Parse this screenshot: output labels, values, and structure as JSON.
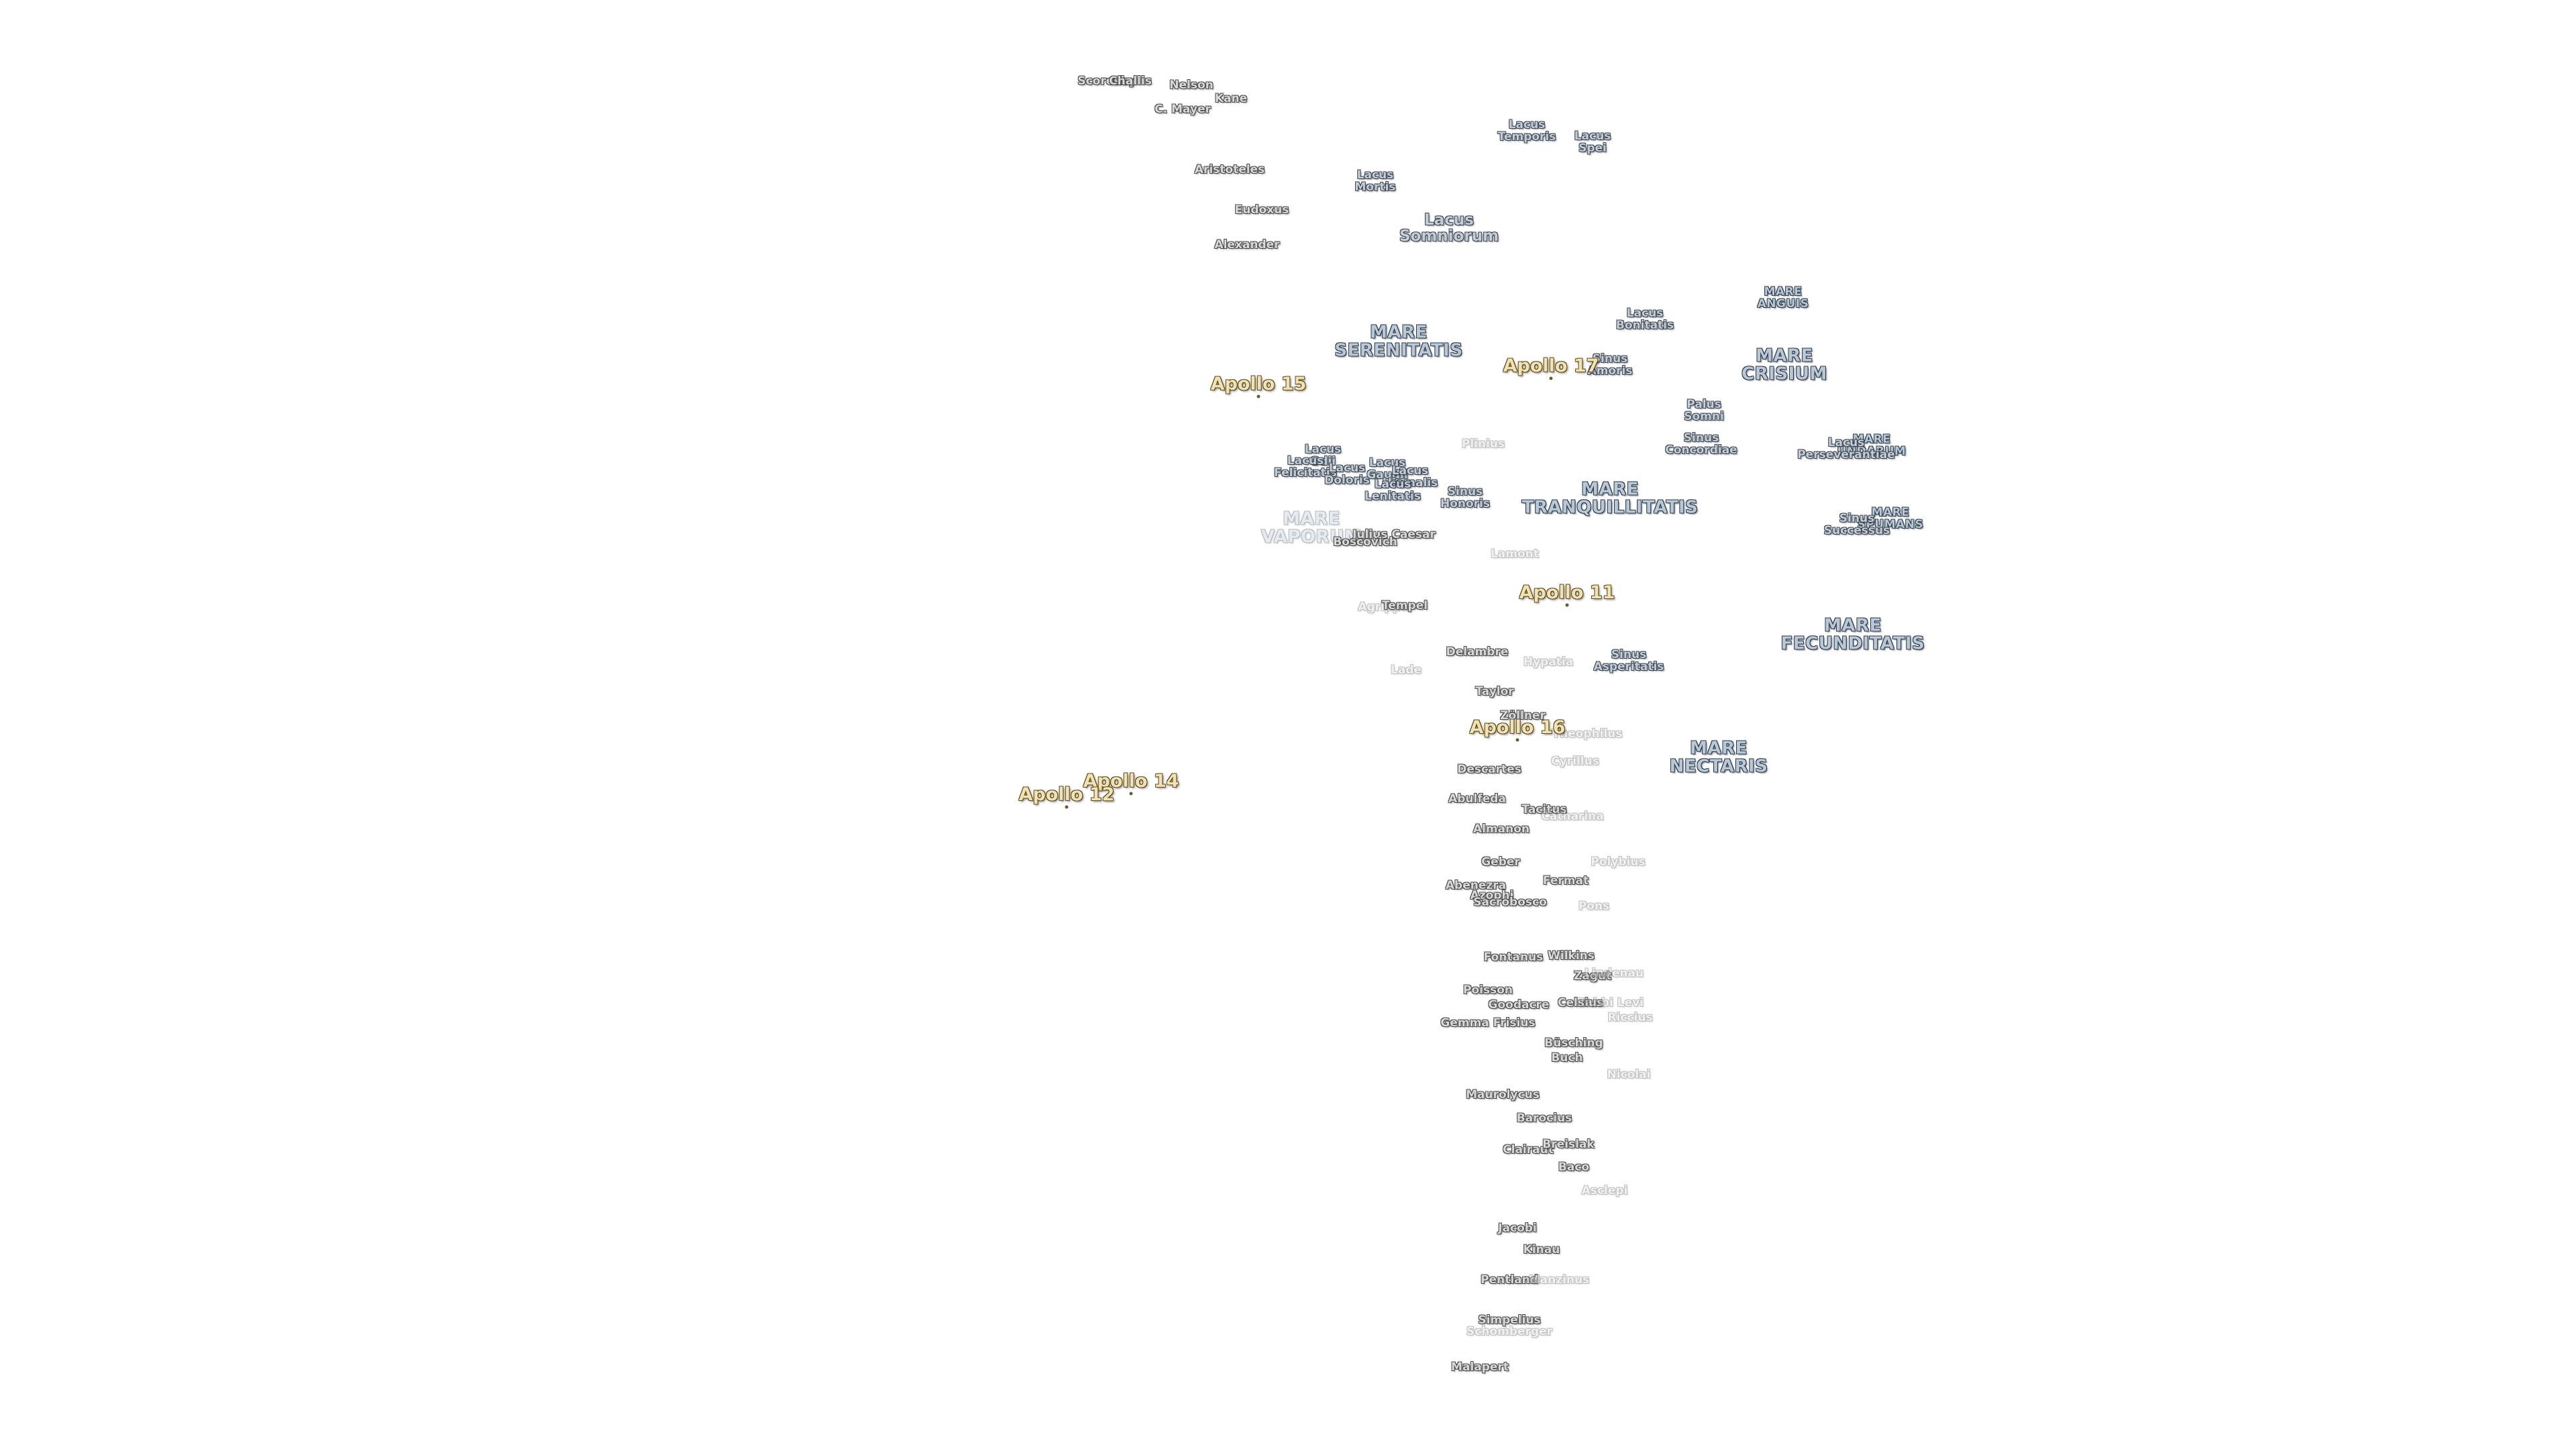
{
  "maria": [
    {
      "name": "MARE\nSERENITATIS"
    },
    {
      "name": "MARE\nTRANQUILLITATIS"
    },
    {
      "name": "MARE\nCRISIUM"
    },
    {
      "name": "MARE\nFECUNDITATIS"
    },
    {
      "name": "MARE\nNECTARIS"
    },
    {
      "name": "MARE\nVAPORUM",
      "faint": true
    },
    {
      "name": "MARE\nANGUIS",
      "small": true
    },
    {
      "name": "MARE\nUNDARUM",
      "small": true
    },
    {
      "name": "MARE\nSPUMANS",
      "small": true
    }
  ],
  "lakes_bays": [
    {
      "name": "Lacus\nTemporis"
    },
    {
      "name": "Lacus\nSpei"
    },
    {
      "name": "Lacus\nMortis"
    },
    {
      "name": "Lacus\nSomniorum",
      "big": true
    },
    {
      "name": "Lacus\nBonitatis"
    },
    {
      "name": "Sinus\nAmoris"
    },
    {
      "name": "Palus\nSomni"
    },
    {
      "name": "Sinus\nConcordiae"
    },
    {
      "name": "Lacus\nPerseverantiae"
    },
    {
      "name": "Sinus\nSuccessus"
    },
    {
      "name": "Lacus\nOdii"
    },
    {
      "name": "Lacus\nFelicitatis"
    },
    {
      "name": "Lacus\nDoloris"
    },
    {
      "name": "Lacus\nGaudii"
    },
    {
      "name": "Lacus\nHiemalis"
    },
    {
      "name": "Lacus\nLenitatis"
    },
    {
      "name": "Sinus\nHonoris"
    },
    {
      "name": "Sinus\nAsperitatis"
    }
  ],
  "craters": [
    {
      "name": "Scoresby"
    },
    {
      "name": "Challis"
    },
    {
      "name": "Nelson"
    },
    {
      "name": "Kane"
    },
    {
      "name": "C. Mayer"
    },
    {
      "name": "Aristoteles"
    },
    {
      "name": "Eudoxus"
    },
    {
      "name": "Alexander"
    },
    {
      "name": "Plinius",
      "faint": true
    },
    {
      "name": "Julius Caesar"
    },
    {
      "name": "Boscovich"
    },
    {
      "name": "Lamont",
      "faint": true
    },
    {
      "name": "Agrippa",
      "faint": true
    },
    {
      "name": "Tempel"
    },
    {
      "name": "Delambre"
    },
    {
      "name": "Hypatia",
      "faint": true
    },
    {
      "name": "Lade",
      "faint": true
    },
    {
      "name": "Taylor"
    },
    {
      "name": "Zöllner"
    },
    {
      "name": "Theophilus",
      "faint": true
    },
    {
      "name": "Cyrillus",
      "faint": true
    },
    {
      "name": "Descartes"
    },
    {
      "name": "Abulfeda"
    },
    {
      "name": "Tacitus"
    },
    {
      "name": "Catharina",
      "faint": true
    },
    {
      "name": "Almanon"
    },
    {
      "name": "Geber"
    },
    {
      "name": "Polybius",
      "faint": true
    },
    {
      "name": "Fermat"
    },
    {
      "name": "Abenezra"
    },
    {
      "name": "Azophi"
    },
    {
      "name": "Sacrobosco"
    },
    {
      "name": "Pons",
      "faint": true
    },
    {
      "name": "Fontanus"
    },
    {
      "name": "Wilkins"
    },
    {
      "name": "Zagut"
    },
    {
      "name": "Lindenau",
      "faint": true
    },
    {
      "name": "Poisson"
    },
    {
      "name": "Goodacre"
    },
    {
      "name": "Gemma Frisius"
    },
    {
      "name": "Celsius"
    },
    {
      "name": "Rabbi Levi",
      "faint": true
    },
    {
      "name": "Riccius",
      "faint": true
    },
    {
      "name": "Büsching"
    },
    {
      "name": "Buch"
    },
    {
      "name": "Nicolai",
      "faint": true
    },
    {
      "name": "Maurolycus"
    },
    {
      "name": "Barocius"
    },
    {
      "name": "Clairaut"
    },
    {
      "name": "Breislak"
    },
    {
      "name": "Baco"
    },
    {
      "name": "Asclepi",
      "faint": true
    },
    {
      "name": "Jacobi"
    },
    {
      "name": "Kinau"
    },
    {
      "name": "Pentland"
    },
    {
      "name": "Manzinus",
      "faint": true
    },
    {
      "name": "Simpelius"
    },
    {
      "name": "Schomberger",
      "faint": true
    },
    {
      "name": "Malapert"
    }
  ],
  "apollo_sites": [
    {
      "name": "Apollo 15"
    },
    {
      "name": "Apollo 17"
    },
    {
      "name": "Apollo 11"
    },
    {
      "name": "Apollo 16"
    },
    {
      "name": "Apollo 14"
    },
    {
      "name": "Apollo 12"
    }
  ]
}
